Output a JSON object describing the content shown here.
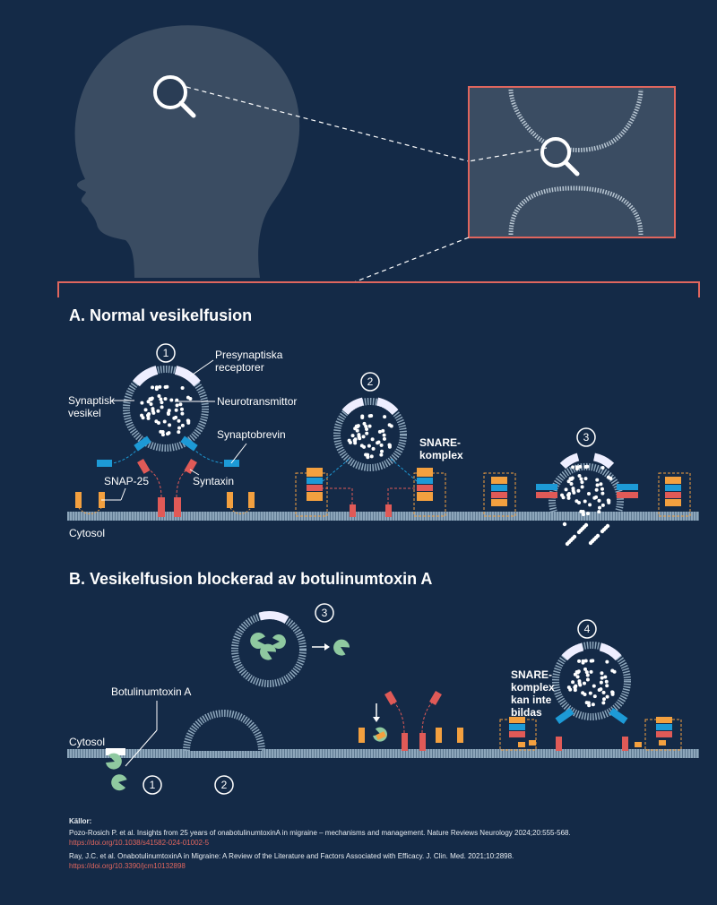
{
  "colors": {
    "background": "#142a47",
    "accent": "#e0665e",
    "synaptobrevin": "#1d9ad6",
    "syntaxin": "#e05a57",
    "snap25": "#f3a03f",
    "toxin": "#8fc9a0"
  },
  "section_a": {
    "title": "A. Normal vesikelfusion",
    "steps": [
      "1",
      "2",
      "3"
    ],
    "labels": {
      "presynaptic_1": "Presynaptiska",
      "presynaptic_2": "receptorer",
      "vesicle_1": "Synaptisk",
      "vesicle_2": "vesikel",
      "neurotransmitter": "Neurotransmittor",
      "synaptobrevin": "Synaptobrevin",
      "snap25": "SNAP-25",
      "syntaxin": "Syntaxin",
      "snare_1": "SNARE-",
      "snare_2": "komplex",
      "cytosol": "Cytosol"
    }
  },
  "section_b": {
    "title": "B. Vesikelfusion blockerad av botulinumtoxin A",
    "steps": [
      "1",
      "2",
      "3",
      "4"
    ],
    "labels": {
      "toxin": "Botulinumtoxin A",
      "cytosol": "Cytosol",
      "snare_1": "SNARE-",
      "snare_2": "komplex",
      "snare_3": "kan inte",
      "snare_4": "bildas"
    }
  },
  "sources": {
    "heading": "Källor:",
    "items": [
      {
        "text": "Pozo-Rosich P. et al. Insights from 25 years of onabotulinumtoxinA in migraine – mechanisms and management. Nature Reviews Neurology 2024;20:555-568.",
        "link": "https://doi.org/10.1038/s41582-024-01002-5"
      },
      {
        "text": "Ray, J.C. et al. OnabotulinumtoxinA in Migraine: A Review of the Literature and Factors Associated with Efficacy. J. Clin. Med. 2021;10:2898.",
        "link": "https://doi.org/10.3390/jcm10132898"
      }
    ]
  }
}
